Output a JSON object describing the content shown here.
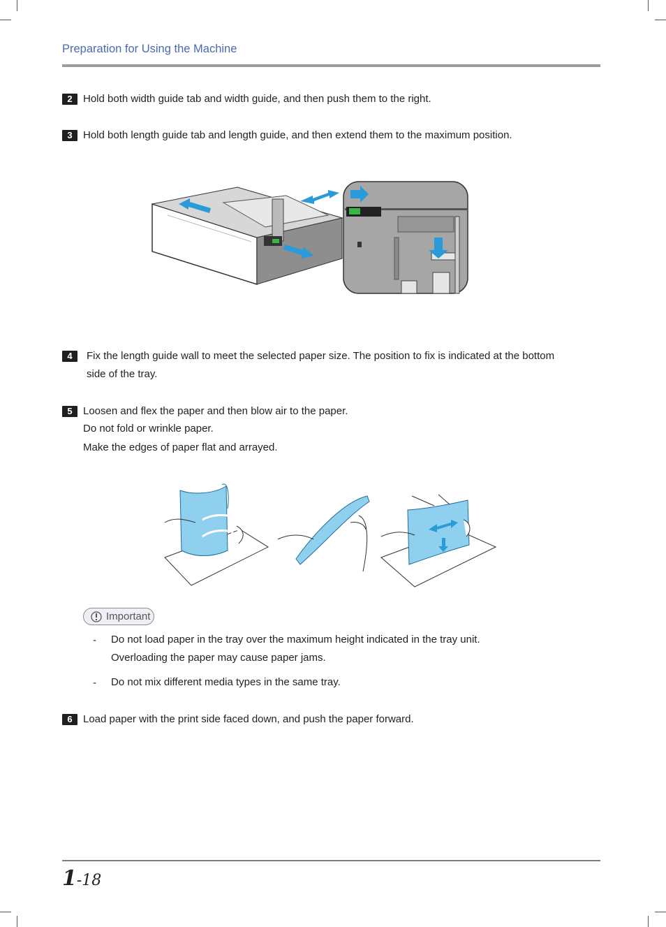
{
  "header": {
    "title": "Preparation for Using the Machine"
  },
  "steps": [
    {
      "num": "2",
      "text": "Hold both width guide tab and width guide, and then push them to the right."
    },
    {
      "num": "3",
      "text": "Hold both length guide tab and length guide, and then extend them to the maximum position."
    },
    {
      "num": "4",
      "text": "Fix the length guide wall to meet the selected paper size.  The position to fix is indicated at the bottom",
      "text2": "side of the tray."
    },
    {
      "num": "5",
      "text": "Loosen and flex the paper and then blow air to the paper.",
      "sub1": "Do not fold or wrinkle paper.",
      "sub2": "Make the edges of paper flat and arrayed."
    },
    {
      "num": "6",
      "text": "Load paper with the print side faced down, and push the paper forward."
    }
  ],
  "important": {
    "label": "Important",
    "items": [
      {
        "dash": "-",
        "line1": "Do not load paper in the tray over the maximum height indicated in the tray unit.",
        "line2": "Overloading the paper may cause paper jams."
      },
      {
        "dash": "-",
        "line1": "Do not mix different media types in the same tray."
      }
    ]
  },
  "footer": {
    "chapter": "1",
    "page": "-18"
  },
  "colors": {
    "header": "#4a69b5",
    "arrow": "#2a9ad8",
    "paper": "#8fd0ee",
    "tray": "#a6a6a6"
  }
}
